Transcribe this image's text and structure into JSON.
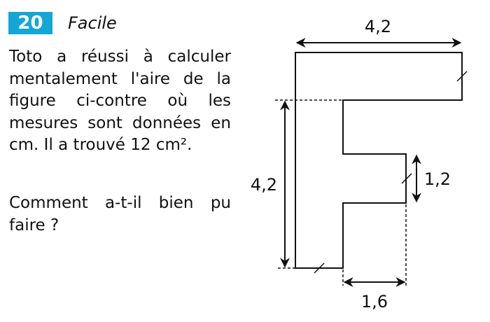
{
  "exercise": {
    "number": "20",
    "level": "Facile"
  },
  "statement": {
    "paragraph1": "Toto a réussi à calculer mentalement l'aire de la figure ci-contre où les mesures sont données en cm. Il a trouvé 12 cm².",
    "paragraph2": "Comment a-t-il bien pu faire ?"
  },
  "figure": {
    "top_width": "4,2",
    "left_height": "4,2",
    "notch_height": "1,2",
    "bottom_width": "1,6"
  }
}
